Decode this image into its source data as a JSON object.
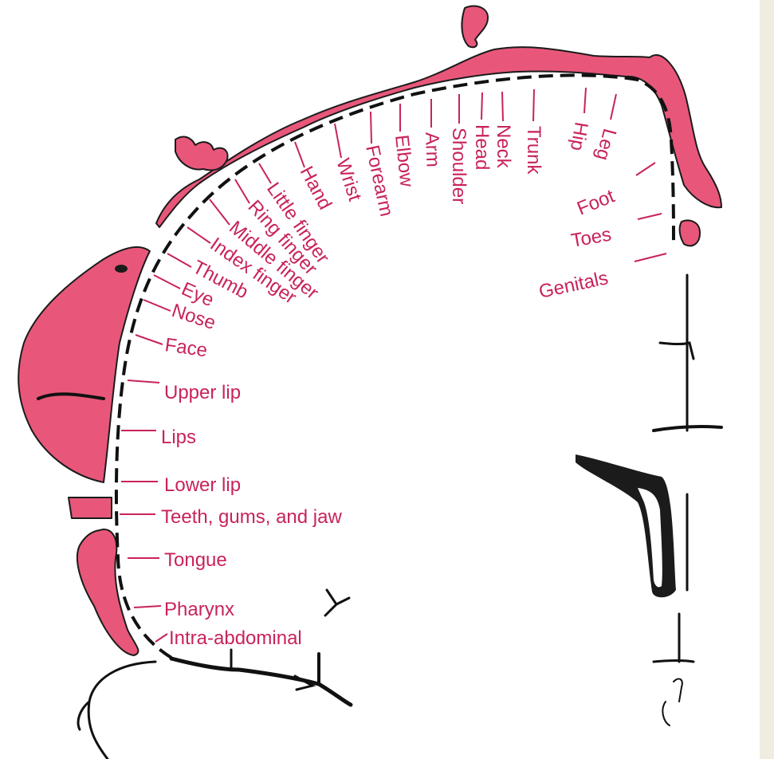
{
  "colors": {
    "label": "#c8235a",
    "homunculus_fill": "#e8577a",
    "outline": "#1b1b1b",
    "background": "#ffffff"
  },
  "labels": {
    "hip": "Hip",
    "leg": "Leg",
    "trunk": "Trunk",
    "neck": "Neck",
    "head": "Head",
    "shoulder": "Shoulder",
    "arm": "Arm",
    "elbow": "Elbow",
    "forearm": "Forearm",
    "wrist": "Wrist",
    "hand": "Hand",
    "little_finger": "Little finger",
    "ring_finger": "Ring finger",
    "middle_finger": "Middle finger",
    "index_finger": "Index finger",
    "thumb": "Thumb",
    "eye": "Eye",
    "nose": "Nose",
    "face": "Face",
    "upper_lip": "Upper lip",
    "lips": "Lips",
    "lower_lip": "Lower lip",
    "teeth": "Teeth, gums, and jaw",
    "tongue": "Tongue",
    "pharynx": "Pharynx",
    "intra_abdominal": "Intra-abdominal",
    "foot": "Foot",
    "toes": "Toes",
    "genitals": "Genitals"
  }
}
